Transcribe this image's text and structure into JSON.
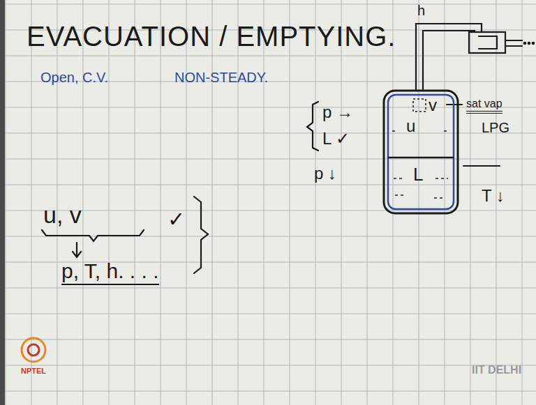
{
  "diagram": {
    "title": "EVACUATION / EMPTYING.",
    "nodes": [
      {
        "text": [
          "v",
          "u",
          "L"
        ]
      }
    ],
    "labels": [
      "Open, C.V.",
      "NON-STEADY.",
      "u, v",
      "✓",
      "p, T, h. . . .",
      "p →",
      "L ✓",
      "p ↓",
      "h",
      "sat vap",
      "LPG",
      "T ↓",
      "NPTEL",
      "IIT DELHI"
    ]
  }
}
